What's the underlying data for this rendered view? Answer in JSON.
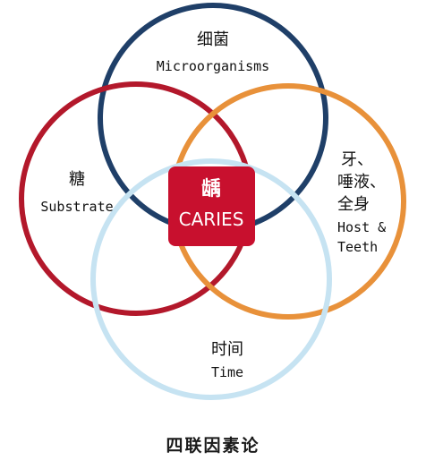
{
  "circles": {
    "microorganisms": {
      "cn": "细菌",
      "en": "Microorganisms",
      "color": "#1f3f68"
    },
    "substrate": {
      "cn": "糖",
      "en": "Substrate",
      "color": "#b3182b"
    },
    "host": {
      "cn_lines": [
        "牙、",
        "唾液、",
        "全身"
      ],
      "en_lines": [
        "Host &",
        "Teeth"
      ],
      "color": "#e8913a"
    },
    "time": {
      "cn": "时间",
      "en": "Time",
      "color": "#c6e3f2"
    }
  },
  "center": {
    "cn": "龋",
    "en": "CARIES",
    "color": "#c8102e"
  },
  "caption": "四联因素论"
}
